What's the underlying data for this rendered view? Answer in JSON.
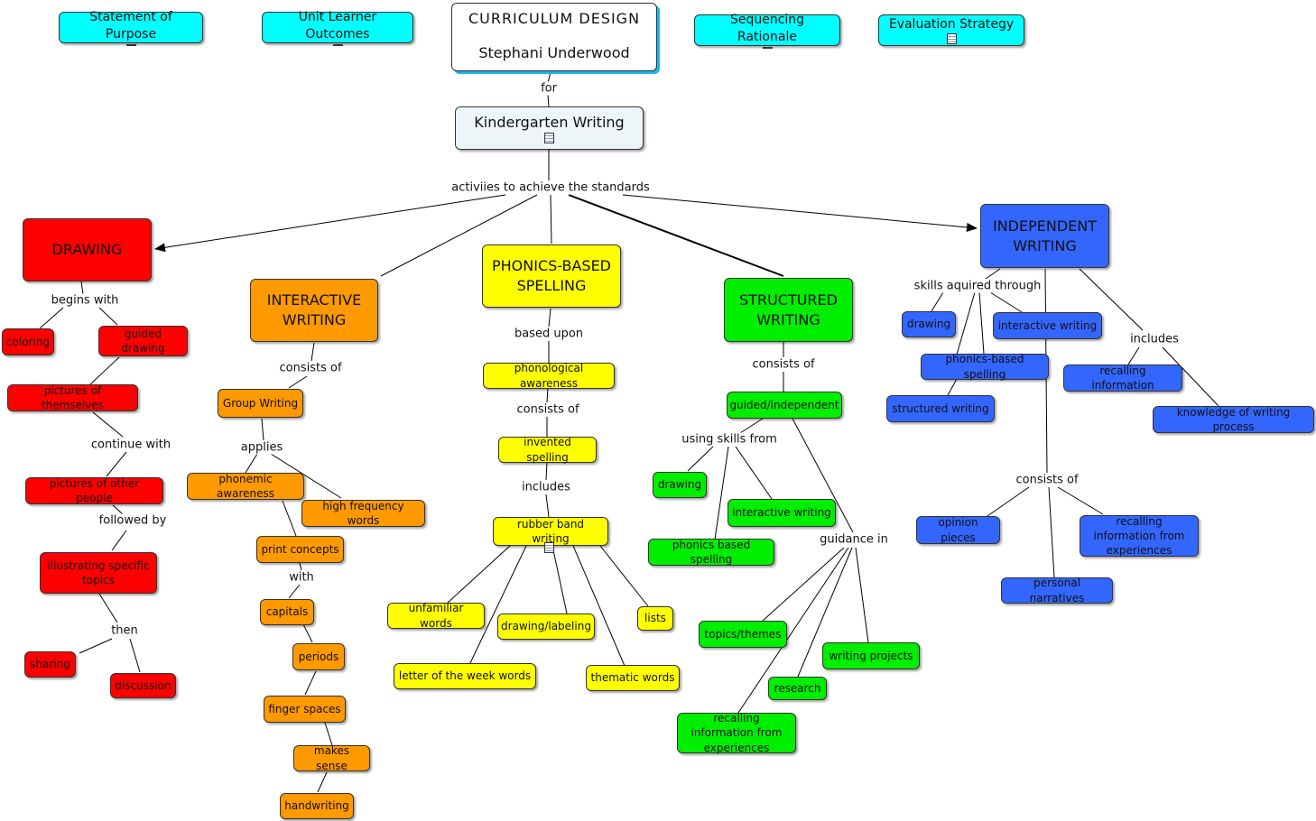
{
  "header": {
    "statement_of_purpose": "Statement of Purpose",
    "unit_learner_outcomes": "Unit Learner Outcomes",
    "sequencing_rationale": "Sequencing Rationale",
    "evaluation_strategy": "Evaluation Strategy",
    "title_line1": "CURRICULUM  DESIGN",
    "title_line2": "Stephani Underwood"
  },
  "root": {
    "link_for": "for",
    "label": "Kindergarten Writing",
    "link_activities": "activiies to achieve the standards"
  },
  "drawing": {
    "label": "DRAWING",
    "link_begins": "begins with",
    "coloring": "coloring",
    "guided_drawing": "guided drawing",
    "pictures_themselves": "pictures of themselves",
    "link_continue": "continue with",
    "pictures_others": "pictures of other people",
    "link_followed": "followed by",
    "illustrating": "illustrating specific topics",
    "link_then": "then",
    "sharing": "sharing",
    "discussion": "discussion"
  },
  "interactive": {
    "label": "INTERACTIVE WRITING",
    "link_consists": "consists of",
    "group_writing": "Group Writing",
    "link_applies": "applies",
    "phonemic": "phonemic awareness",
    "high_frequency": "high frequency words",
    "print_concepts": "print concepts",
    "link_with": "with",
    "capitals": "capitals",
    "periods": "periods",
    "finger_spaces": "finger spaces",
    "makes_sense": "makes sense",
    "handwriting": "handwriting"
  },
  "phonics": {
    "label": "PHONICS-BASED SPELLING",
    "link_based": "based upon",
    "phonological": "phonological awareness",
    "link_consists": "consists of",
    "invented": "invented spelling",
    "link_includes": "includes",
    "rubber_band": "rubber band writing",
    "unfamiliar": "unfamiliar words",
    "drawing_labeling": "drawing/labeling",
    "lists": "lists",
    "letter_week": "letter of the week words",
    "thematic": "thematic words"
  },
  "structured": {
    "label": "STRUCTURED WRITING",
    "link_consists": "consists of",
    "guided_independent": "guided/independent",
    "link_using": "using skills from",
    "drawing": "drawing",
    "interactive_writing": "interactive writing",
    "phonics_spelling": "phonics based spelling",
    "link_guidance": "guidance in",
    "topics": "topics/themes",
    "writing_projects": "writing projects",
    "research": "research",
    "recalling": "recalling information from experiences"
  },
  "independent": {
    "label": "INDEPENDENT WRITING",
    "link_skills": "skills aquired through",
    "drawing": "drawing",
    "interactive_writing": "interactive writing",
    "phonics_spelling": "phonics-based spelling",
    "structured_writing": "structured writing",
    "link_includes": "includes",
    "recalling_info": "recalling information",
    "knowledge": "knowledge of writing process",
    "link_consists": "consists of",
    "opinion": "opinion pieces",
    "recalling_exp": "recalling information from experiences",
    "personal": "personal narratives"
  },
  "colors": {
    "cyan": "#00ffff",
    "red": "#ff0000",
    "orange": "#ff9900",
    "yellow": "#ffff00",
    "green": "#00ee00",
    "blue": "#3366ff",
    "title_shadow": "#19b6e8"
  },
  "icons": [
    "document-icon"
  ]
}
